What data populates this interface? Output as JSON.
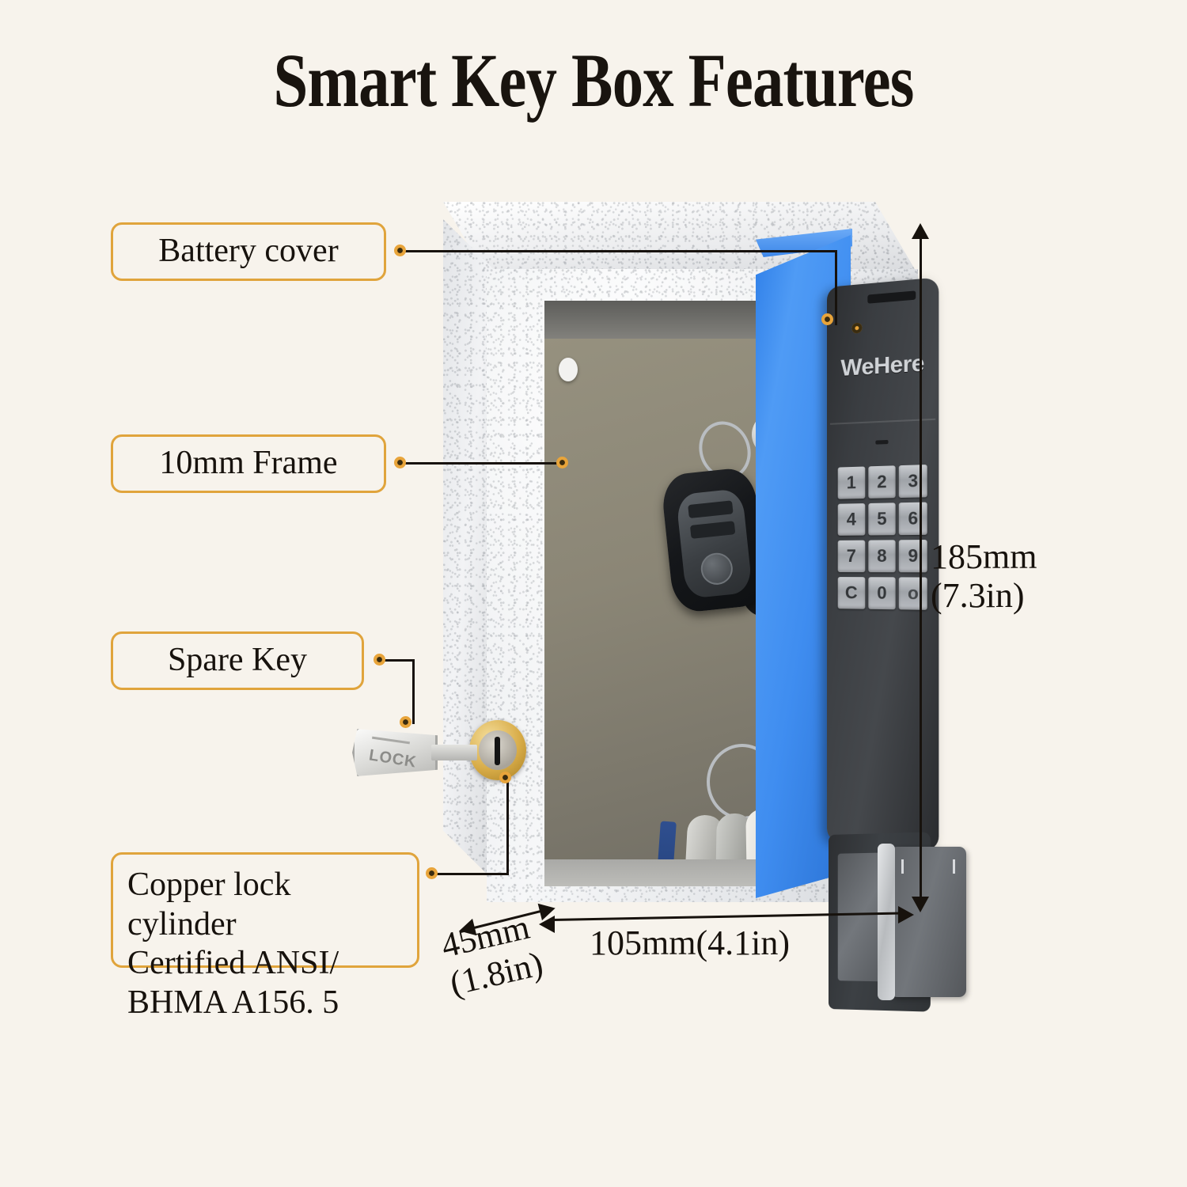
{
  "title": "Smart Key Box Features",
  "colors": {
    "background": "#f7f3ec",
    "callout_border": "#e0a43c",
    "leader_dot": "#e8a43a",
    "door_blue": "#3f8df0",
    "box_white": "#eceef0",
    "panel_dark": "#3a3d41",
    "cylinder_gold": "#d8ac48",
    "text": "#17120d"
  },
  "callouts": [
    {
      "id": "battery-cover",
      "label": "Battery cover"
    },
    {
      "id": "frame",
      "label": "10mm Frame"
    },
    {
      "id": "spare-key",
      "label": "Spare Key"
    },
    {
      "id": "copper-lock",
      "label": "Copper lock cylinder\nCertified ANSI/\nBHMA A156. 5"
    }
  ],
  "dimensions": {
    "height": "185mm\n(7.3in)",
    "depth": "45mm\n(1.8in)",
    "width": "105mm(4.1in)"
  },
  "product": {
    "brand": "WeHere",
    "keypad_keys": [
      "1",
      "2",
      "3",
      "4",
      "5",
      "6",
      "7",
      "8",
      "9",
      "C",
      "0",
      "o"
    ],
    "spare_key_engraving": "LOCK"
  }
}
